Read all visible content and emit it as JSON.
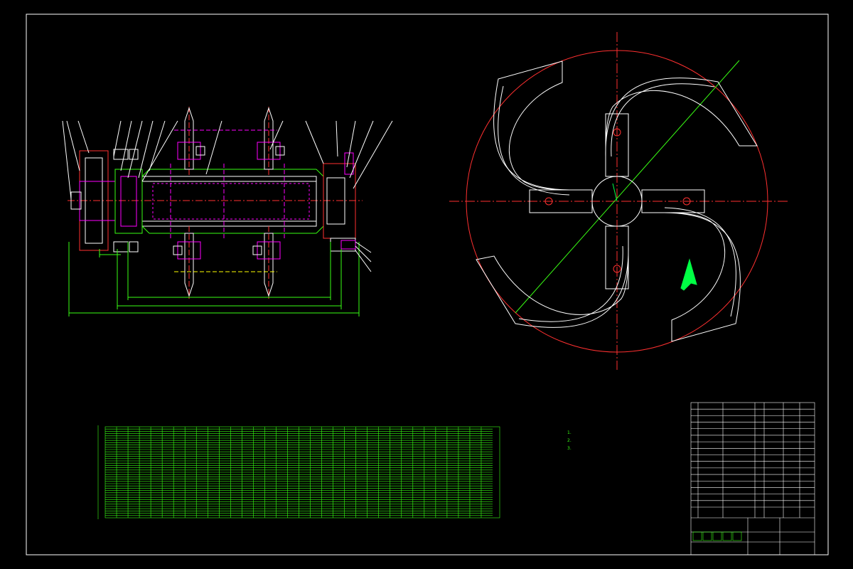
{
  "drawing": {
    "type": "cad-assembly-drawing",
    "background": "#000000",
    "colors": {
      "outline": "#ffffff",
      "centerline": "#ff3030",
      "dimension": "#39ff14",
      "hatch": "#ff00ff",
      "part": "#ffff00",
      "arrow": "#00ff44"
    }
  },
  "grid_panel": {
    "title": "",
    "footer": ""
  },
  "notes": {
    "title": "",
    "lines": [
      "1.",
      "2.",
      "3.",
      ""
    ]
  },
  "title_block": {
    "drawing_name": "",
    "drawing_number": "",
    "header_labels": [
      "",
      "",
      "",
      "",
      "",
      ""
    ],
    "rows": 16
  },
  "icons": [
    "rotation-arrow-icon"
  ]
}
